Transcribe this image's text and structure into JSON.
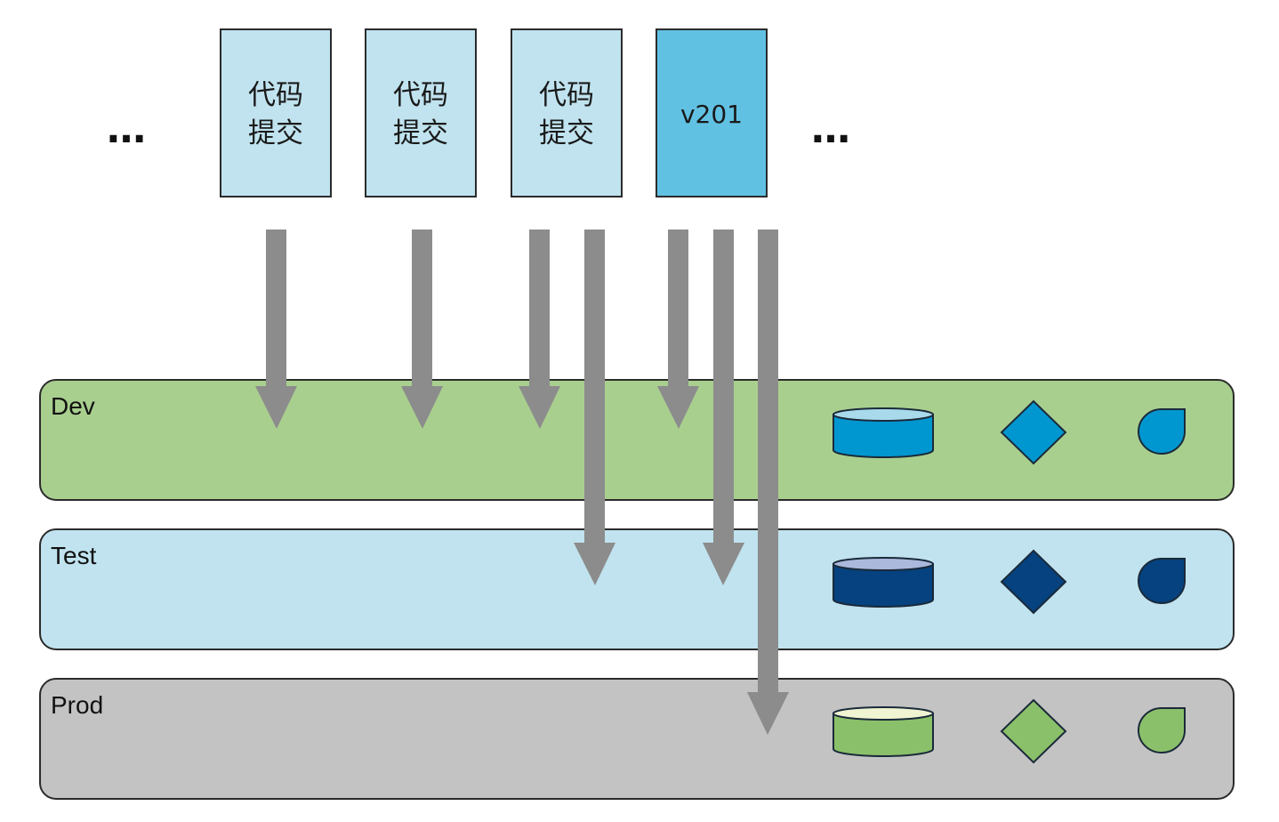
{
  "ellipsis_left": "…",
  "ellipsis_right": "…",
  "commits": [
    {
      "line1": "代码",
      "line2": "提交",
      "highlight": false
    },
    {
      "line1": "代码",
      "line2": "提交",
      "highlight": false
    },
    {
      "line1": "代码",
      "line2": "提交",
      "highlight": false
    },
    {
      "line1": "v201",
      "line2": "",
      "highlight": true
    }
  ],
  "environments": [
    {
      "name": "Dev",
      "fill": "#a9cf8f",
      "shape_color": "#0097d0",
      "top_color": "#a8daec"
    },
    {
      "name": "Test",
      "fill": "#c0e3ef",
      "shape_color": "#05427f",
      "top_color": "#aab9dc"
    },
    {
      "name": "Prod",
      "fill": "#c3c3c3",
      "shape_color": "#8bc06a",
      "top_color": "#f0f4d2"
    }
  ],
  "colors": {
    "commit_box": "#c0e3ef",
    "release_box": "#61c1e3",
    "arrow": "#8c8c8c",
    "border": "#2b2b2b"
  },
  "icons": [
    "database-icon",
    "diamond-icon",
    "drop-icon"
  ]
}
